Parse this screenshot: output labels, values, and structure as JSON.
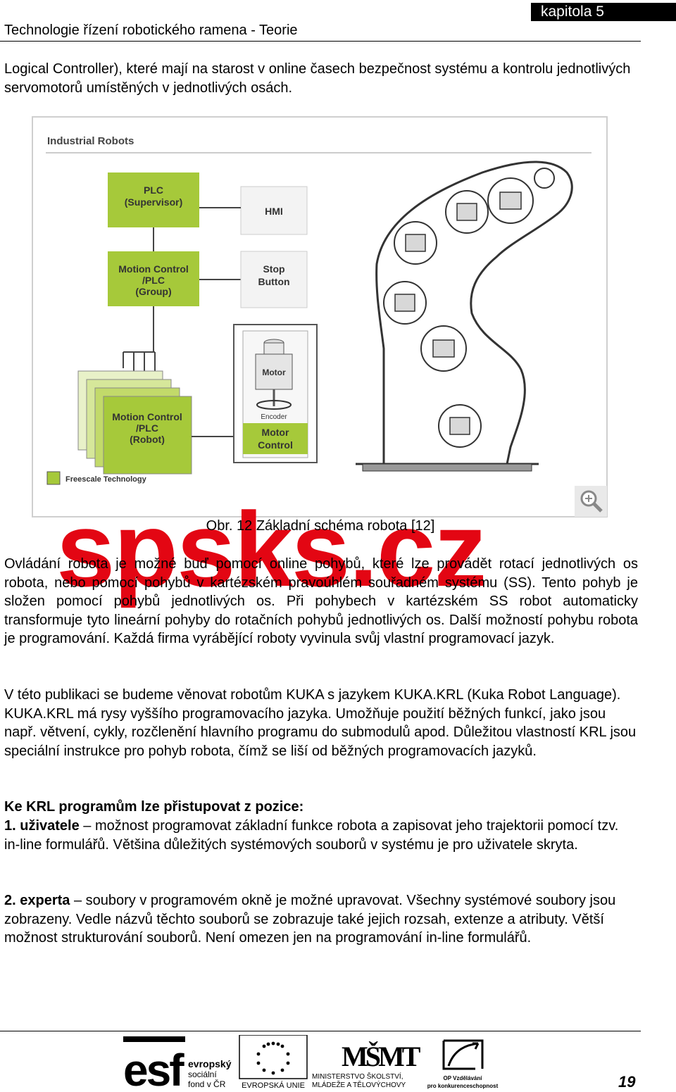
{
  "header": {
    "title": "Technologie řízení robotického ramena - Teorie",
    "chapter": "kapitola 5"
  },
  "intro": "Logical Controller), které mají na starost v online časech bezpečnost systému a kontrolu jednotlivých servomotorů umístěných v jednotlivých osách.",
  "figure": {
    "title": "Industrial Robots",
    "plc": [
      "PLC",
      "(Supervisor)"
    ],
    "hmi": "HMI",
    "stop": [
      "Stop",
      "Button"
    ],
    "motion_group": [
      "Motion Control",
      "/PLC",
      "(Group)"
    ],
    "motion_robot": [
      "Motion Control",
      "/PLC",
      "(Robot)"
    ],
    "motor": "Motor",
    "encoder": "Encoder",
    "motor_control": [
      "Motor",
      "Control"
    ],
    "legend": "Freescale Technology",
    "caption": "Obr. 12 Základní schéma robota [12]"
  },
  "watermark": "spsks.cz",
  "paragraphs": {
    "p1": "Ovládání robota je možné buď pomocí online pohybů, které lze provádět rotací jednotlivých os robota, nebo pomocí pohybů v kartézském pravoúhlém souřadném systému (SS). Tento pohyb je složen pomocí pohybů jednotlivých os. Při pohybech v kartézském SS robot automaticky transformuje tyto lineární pohyby do rotačních pohybů jednotlivých os. Další možností pohybu robota je programování. Každá firma vyrábějící roboty vyvinula svůj vlastní programovací jazyk.",
    "p2": "V této publikaci se budeme věnovat robotům KUKA s jazykem KUKA.KRL (Kuka Robot Language). KUKA.KRL má rysy vyššího programovacího jazyka. Umožňuje použití běžných funkcí, jako jsou např. větvení, cykly, rozčlenění hlavního programu do submodulů apod. Důležitou vlastností KRL jsou speciální instrukce pro pohyb robota, čímž se liší od běžných programovacích jazyků.",
    "heading": "Ke KRL programům lze přistupovat z pozice:",
    "item1_label": "1. uživatele",
    "item1_text": " – možnost programovat základní funkce robota a zapisovat jeho trajektorii pomocí tzv. in-line formulářů. Většina důležitých systémových souborů v systému je pro uživatele skryta.",
    "item2_label": "2. experta",
    "item2_text": " – soubory v programovém okně je možné upravovat. Všechny systémové soubory jsou zobrazeny. Vedle názvů těchto souborů se zobrazuje také jejich rozsah, extenze a atributy. Větší možnost strukturování souborů. Není omezen jen na programování in-line formulářů."
  },
  "footer": {
    "esf_big": "esf",
    "esf_text": [
      "evropský",
      "sociální",
      "fond v ČR"
    ],
    "eu": "EVROPSKÁ UNIE",
    "msmt": "MŠMT",
    "msmt_text": [
      "MINISTERSTVO ŠKOLSTVÍ,",
      "MLÁDEŽE A TĚLOVÝCHOVY"
    ],
    "op": [
      "OP Vzdělávání",
      "pro konkurenceschopnost"
    ],
    "page": "19"
  },
  "colors": {
    "green": "#a6c93a",
    "green_dark": "#8aa82b",
    "watermark": "#e30613"
  }
}
